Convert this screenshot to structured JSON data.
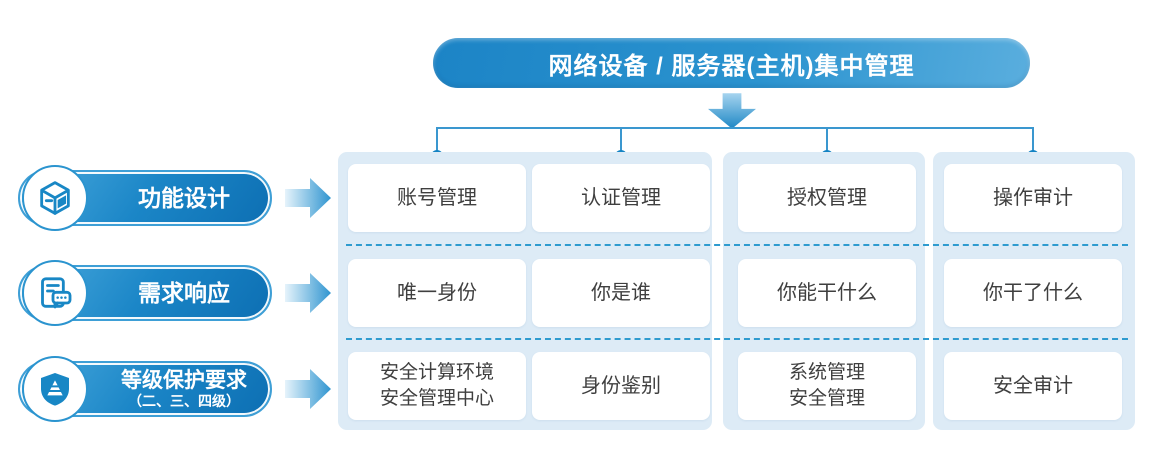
{
  "banner": {
    "title": "网络设备 / 服务器(主机)集中管理"
  },
  "left_rows": [
    {
      "icon": "cube-icon",
      "label": "功能设计",
      "sublabel": ""
    },
    {
      "icon": "document-chat-icon",
      "label": "需求响应",
      "sublabel": ""
    },
    {
      "icon": "shield-icon",
      "label": "等级保护要求",
      "sublabel": "（二、三、四级）"
    }
  ],
  "grid": {
    "columns": 4,
    "rows": [
      {
        "cells": [
          "账号管理",
          "认证管理",
          "授权管理",
          "操作审计"
        ]
      },
      {
        "cells": [
          "唯一身份",
          "你是谁",
          "你能干什么",
          "你干了什么"
        ]
      },
      {
        "cells": [
          "安全计算环境\n安全管理中心",
          "身份鉴别",
          "系统管理\n安全管理",
          "安全审计"
        ]
      }
    ]
  },
  "colors": {
    "banner_gradient_left": "#1c84c6",
    "banner_gradient_right": "#5aaede",
    "pill_gradient_light": "#49a9dd",
    "pill_gradient_dark": "#0d6fb3",
    "panel_background": "#ddebf6",
    "card_background": "#ffffff",
    "card_text": "#3f3f3f",
    "connector_line": "#3a97cf",
    "connector_dot": "#1483c3",
    "dashed_separator": "#2e9bcf",
    "icon_blue": "#1887c5"
  }
}
